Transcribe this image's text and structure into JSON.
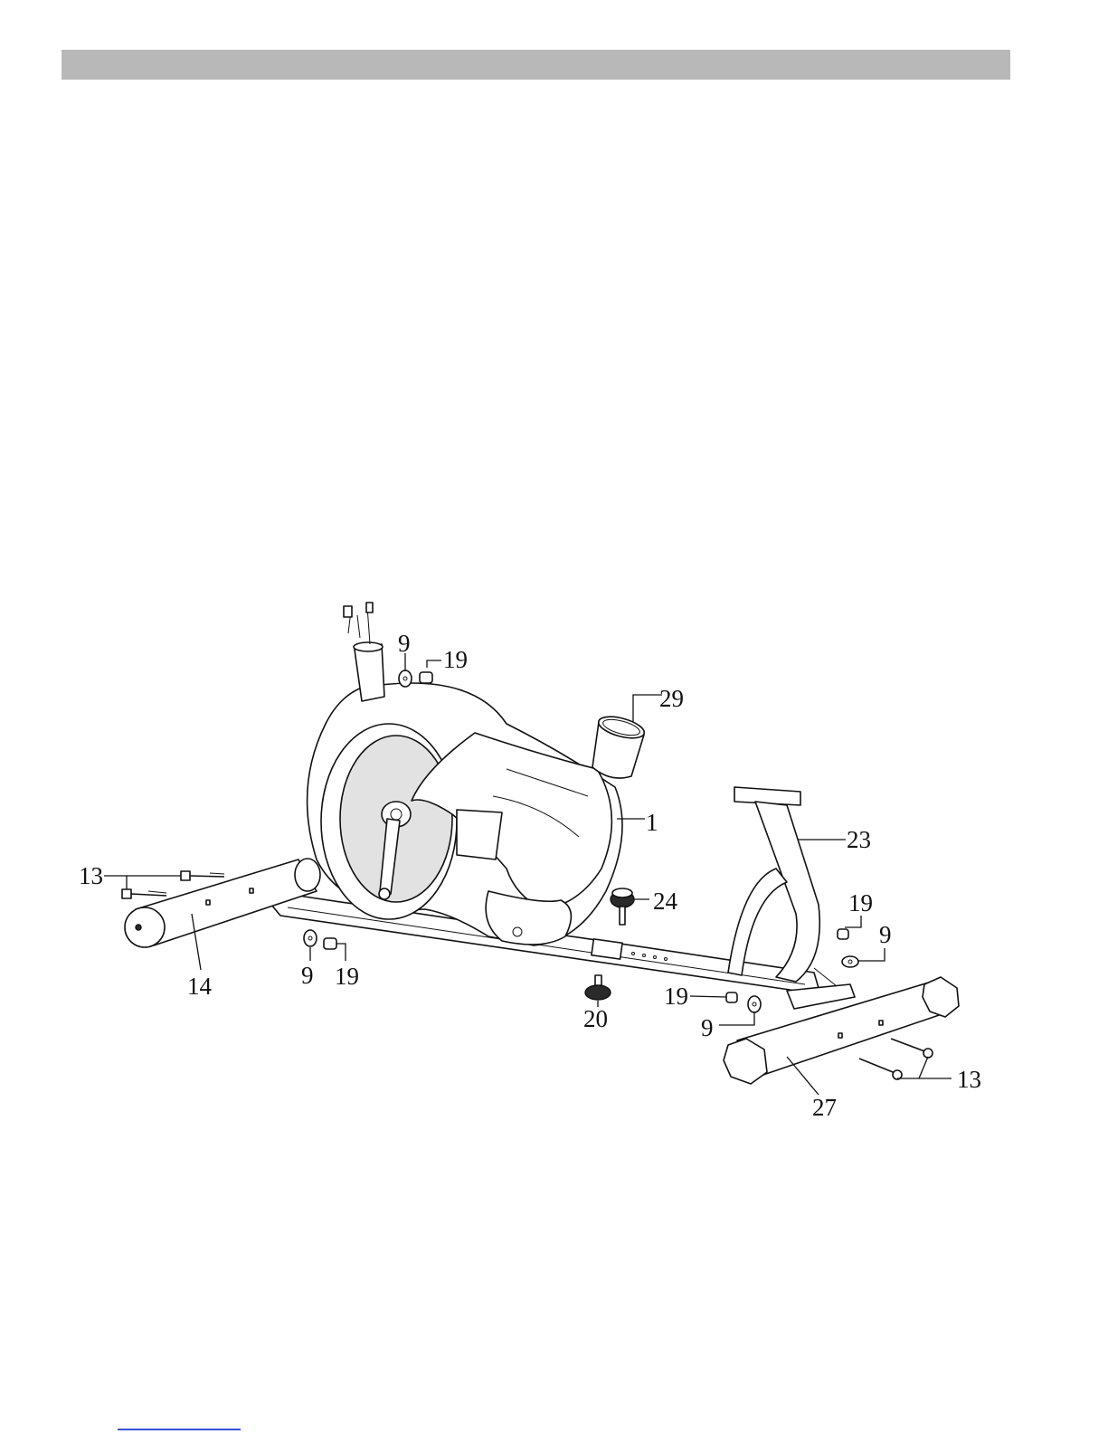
{
  "page": {
    "header_bar_color": "#b8b8b8",
    "footer_rule_color": "#3a4fd6"
  },
  "diagram": {
    "parts": [
      {
        "id": "main-frame",
        "label": "1"
      },
      {
        "id": "washer-top",
        "label": "9"
      },
      {
        "id": "cap-nut-top",
        "label": "19"
      },
      {
        "id": "bottle-holder",
        "label": "29"
      },
      {
        "id": "seat-post",
        "label": "23"
      },
      {
        "id": "rear-bolts",
        "label": "13"
      },
      {
        "id": "front-stabilizer",
        "label": "14"
      },
      {
        "id": "washer-left",
        "label": "9"
      },
      {
        "id": "cap-nut-left",
        "label": "19"
      },
      {
        "id": "knob-24",
        "label": "24"
      },
      {
        "id": "knob-20",
        "label": "20"
      },
      {
        "id": "cap-nut-right-upper",
        "label": "19"
      },
      {
        "id": "washer-right-upper",
        "label": "9"
      },
      {
        "id": "cap-nut-right-lower",
        "label": "19"
      },
      {
        "id": "washer-right-lower",
        "label": "9"
      },
      {
        "id": "front-bolts",
        "label": "13"
      },
      {
        "id": "rear-stabilizer",
        "label": "27"
      }
    ]
  }
}
